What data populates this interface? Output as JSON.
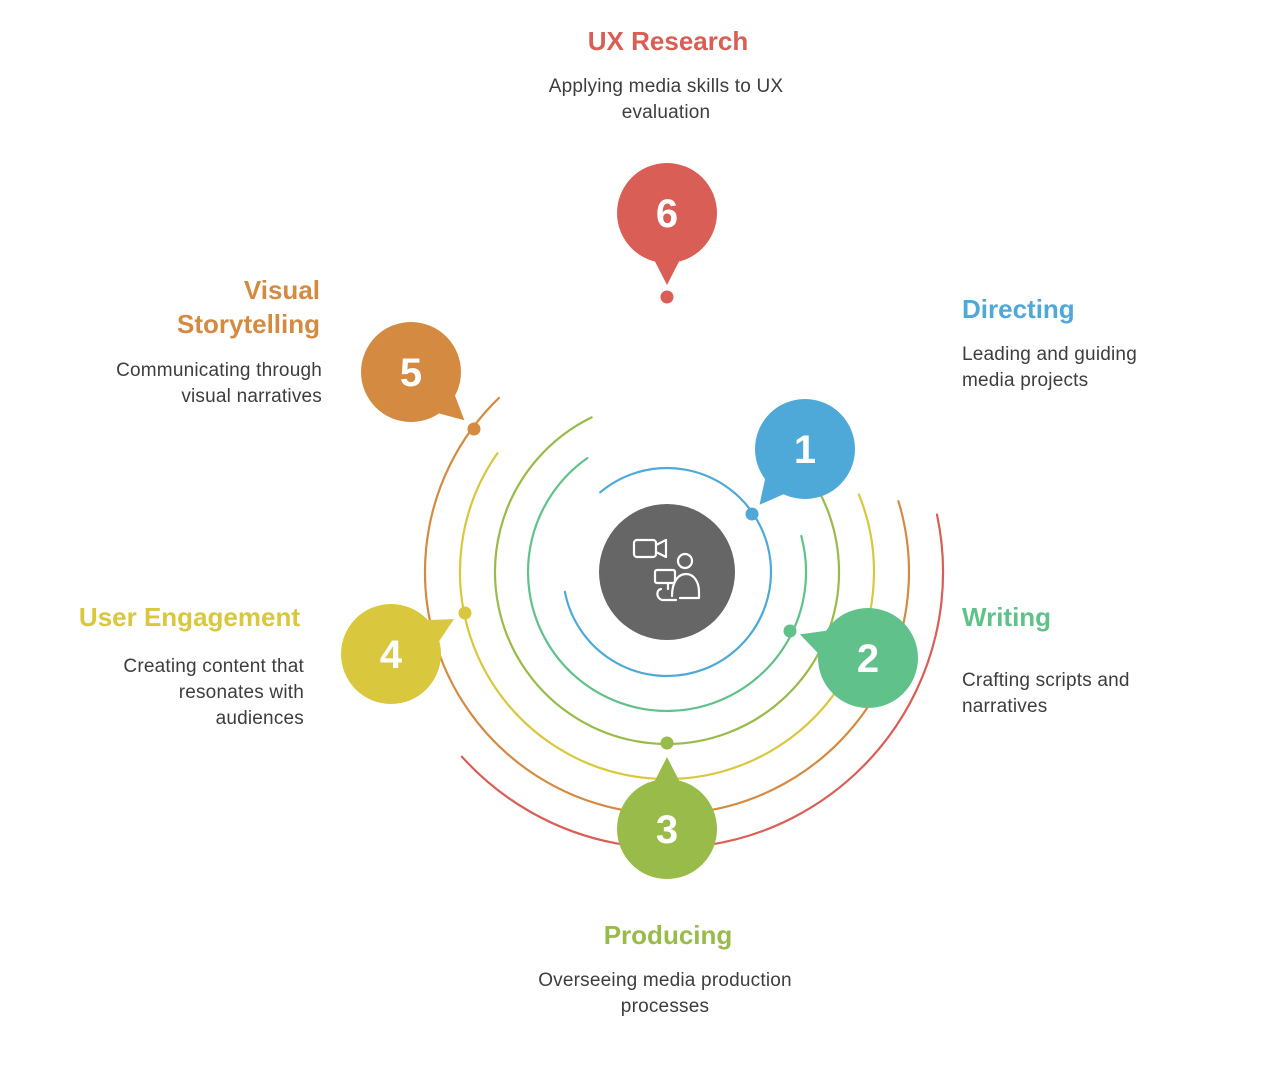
{
  "colors": {
    "directing": "#4fa9d8",
    "writing": "#61c18a",
    "producing": "#99bb4a",
    "engagement": "#d9c73d",
    "storytelling": "#d58a42",
    "research": "#d95e56",
    "hub": "#666666"
  },
  "center_icon": "video-call-person-laptop-icon",
  "steps": [
    {
      "number": "1",
      "title": "Directing",
      "description": "Leading and guiding media projects"
    },
    {
      "number": "2",
      "title": "Writing",
      "description": "Crafting scripts and narratives"
    },
    {
      "number": "3",
      "title": "Producing",
      "description": "Overseeing media production processes"
    },
    {
      "number": "4",
      "title": "User Engagement",
      "description": "Creating content that resonates with audiences"
    },
    {
      "number": "5",
      "title": "Visual Storytelling",
      "description": "Communicating through visual narratives"
    },
    {
      "number": "6",
      "title": "UX Research",
      "description": "Applying media skills to UX evaluation"
    }
  ]
}
